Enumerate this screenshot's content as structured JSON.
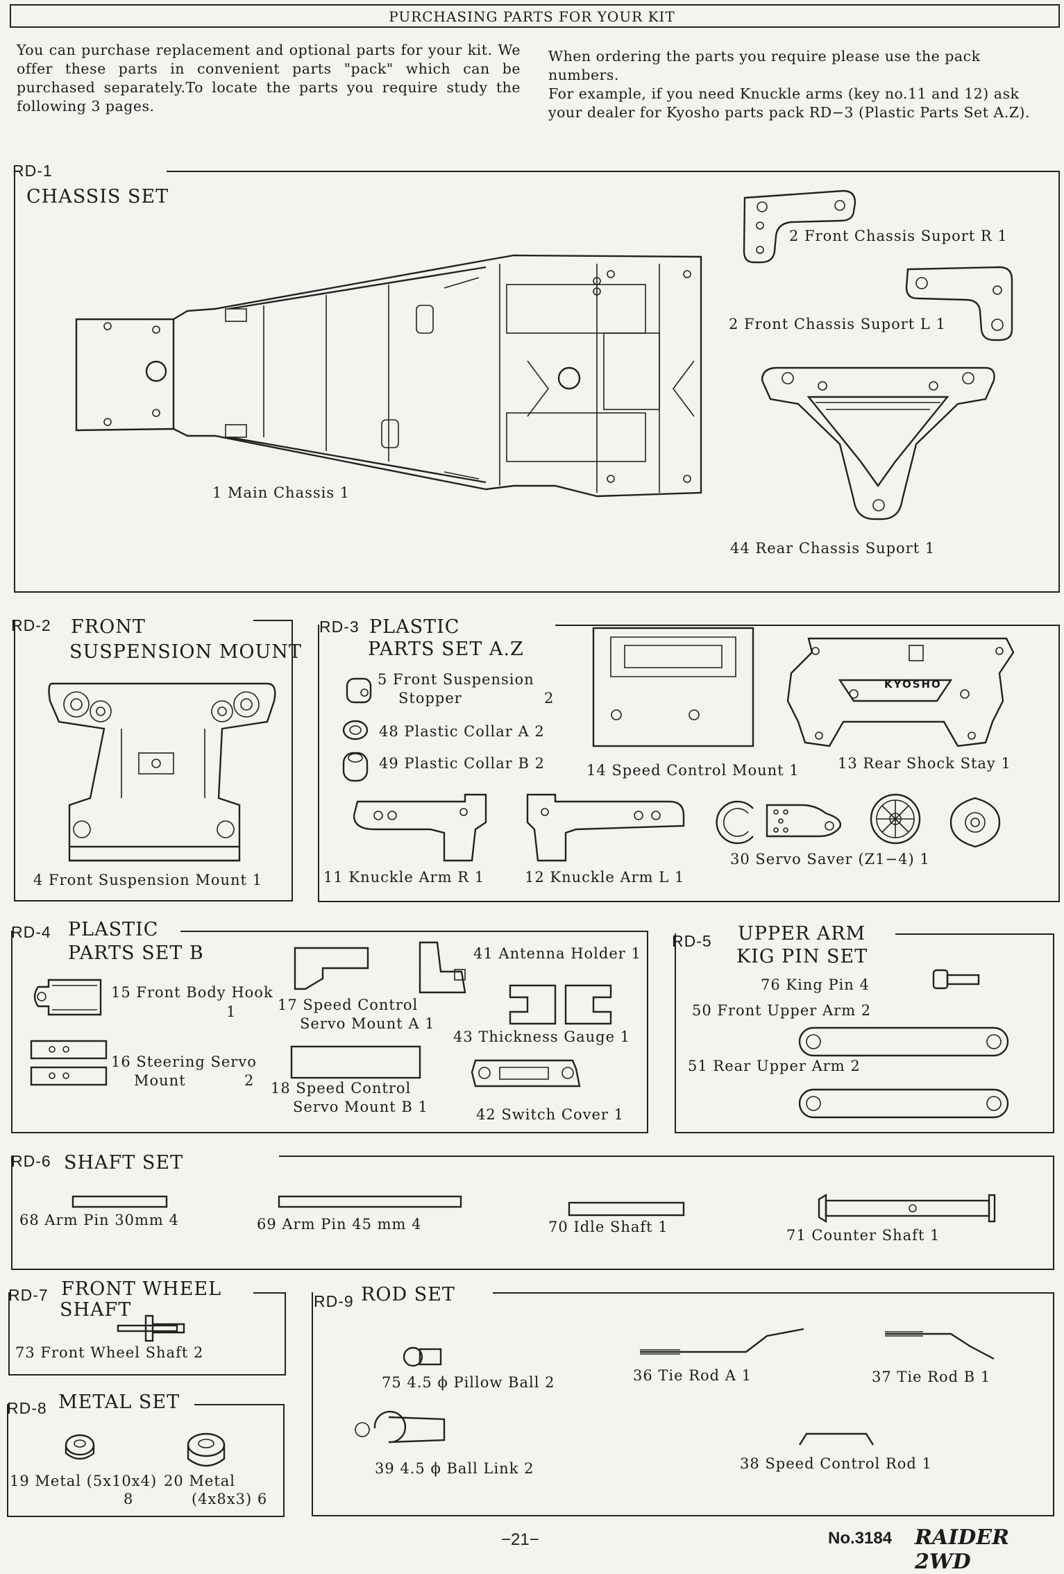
{
  "header": {
    "title": "PURCHASING PARTS FOR YOUR KIT"
  },
  "intro": {
    "left": "You can purchase replacement and optional parts for your kit. We offer these parts in convenient parts \"pack\" which can be purchased separately.To locate the parts you require study the following 3 pages.",
    "right1": "When ordering the parts you require please use the pack numbers.",
    "right2": "For example, if you need Knuckle arms (key no.11 and 12) ask your dealer for Kyosho parts pack RD−3 (Plastic Parts Set A.Z)."
  },
  "rd1": {
    "code": "RD-1",
    "title": "CHASSIS SET",
    "parts": {
      "main_chassis": "1 Main Chassis 1",
      "front_r": "2 Front Chassis Suport R 1",
      "front_l": "2 Front Chassis Suport L 1",
      "rear": "44 Rear Chassis Suport 1"
    }
  },
  "rd2": {
    "code": "RD-2",
    "title1": "FRONT",
    "title2": "SUSPENSION MOUNT",
    "parts": {
      "mount": "4 Front Suspension Mount 1"
    }
  },
  "rd3": {
    "code": "RD-3",
    "title1": "PLASTIC",
    "title2": "PARTS SET A.Z",
    "parts": {
      "stopper1": "5 Front Suspension",
      "stopper2": "Stopper",
      "stopper_qty": "2",
      "collar_a": "48 Plastic Collar A 2",
      "collar_b": "49 Plastic Collar B 2",
      "speed_mount": "14 Speed Control Mount 1",
      "rear_stay": "13 Rear Shock Stay 1",
      "knuckle_r": "11 Knuckle Arm R 1",
      "knuckle_l": "12 Knuckle Arm L 1",
      "servo_saver": "30 Servo Saver (Z1−4) 1",
      "kyosho": "KYOSHO"
    }
  },
  "rd4": {
    "code": "RD-4",
    "title1": "PLASTIC",
    "title2": "PARTS SET B",
    "parts": {
      "body_hook": "15 Front Body Hook",
      "body_hook_qty": "1",
      "steering1": "16 Steering Servo",
      "steering2": "Mount",
      "steering_qty": "2",
      "sc_a1": "17 Speed Control",
      "sc_a2": "Servo Mount A 1",
      "sc_b1": "18 Speed Control",
      "sc_b2": "Servo Mount B 1",
      "antenna": "41 Antenna Holder 1",
      "gauge": "43 Thickness Gauge 1",
      "switch": "42 Switch Cover 1"
    }
  },
  "rd5": {
    "code": "RD-5",
    "title1": "UPPER ARM",
    "title2": "KIG PIN SET",
    "parts": {
      "king_pin": "76 King Pin 4",
      "front_upper": "50 Front Upper Arm 2",
      "rear_upper": "51 Rear Upper Arm 2"
    }
  },
  "rd6": {
    "code": "RD-6",
    "title": "SHAFT SET",
    "parts": {
      "p68": "68 Arm Pin 30mm 4",
      "p69": "69 Arm Pin 45 mm 4",
      "p70": "70 Idle Shaft 1",
      "p71": "71 Counter Shaft 1"
    }
  },
  "rd7": {
    "code": "RD-7",
    "title1": "FRONT WHEEL",
    "title2": "SHAFT",
    "parts": {
      "p73": "73 Front Wheel Shaft 2"
    }
  },
  "rd8": {
    "code": "RD-8",
    "title": "METAL SET",
    "parts": {
      "p19": "19 Metal (5x10x4)",
      "p19q": "8",
      "p20": "20 Metal",
      "p20b": "(4x8x3) 6"
    }
  },
  "rd9": {
    "code": "RD-9",
    "title": "ROD SET",
    "parts": {
      "p75": "75 4.5 ϕ Pillow Ball 2",
      "p36": "36 Tie Rod A 1",
      "p37": "37 Tie Rod B 1",
      "p39": "39 4.5 ϕ Ball Link 2",
      "p38": "38 Speed Control Rod 1"
    }
  },
  "footer": {
    "page": "−21−",
    "model_no": "No.3184",
    "model_name": "RAIDER 2WD"
  }
}
